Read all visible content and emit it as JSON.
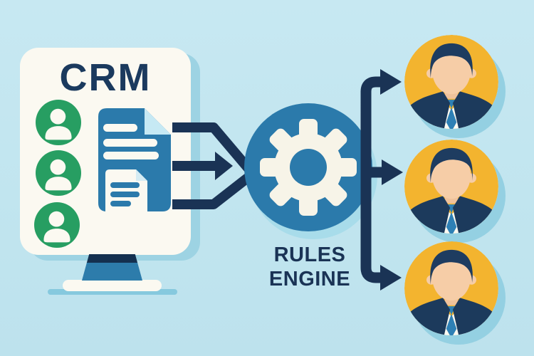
{
  "illustration": {
    "background_color": "#c1e5ef",
    "crm_panel": {
      "title": "CRM",
      "device": "desktop-monitor",
      "contact_icons": [
        {
          "icon": "user-icon",
          "color": "#279e62"
        },
        {
          "icon": "user-icon",
          "color": "#279e62"
        },
        {
          "icon": "user-icon",
          "color": "#279e62"
        }
      ],
      "document_icons": [
        {
          "icon": "document-icon",
          "color": "#2b7aab",
          "lines": 3
        },
        {
          "icon": "document-small-icon",
          "color": "#fbf9f1",
          "lines": 3
        }
      ]
    },
    "flow": {
      "input_arrows": 3,
      "output_arrows": 3,
      "arrow_color": "#1a3355"
    },
    "rules_engine": {
      "label_line1": "RULES",
      "label_line2": "ENGINE",
      "icon": "gear-icon",
      "circle_color": "#2b7aab",
      "gear_color": "#f7f4e8"
    },
    "recipients": [
      {
        "icon": "businessperson-avatar",
        "background": "#f3b42f"
      },
      {
        "icon": "businessperson-avatar",
        "background": "#f3b42f"
      },
      {
        "icon": "businessperson-avatar",
        "background": "#f3b42f"
      }
    ],
    "colors": {
      "navy": "#1a3355",
      "card_white": "#fbf9f1",
      "panel_shadow": "#9dd3e3",
      "green": "#279e62",
      "yellow": "#f3b42f",
      "blue": "#2b7aab",
      "skin": "#f6cda7",
      "tie_blue": "#2e80b5"
    }
  }
}
